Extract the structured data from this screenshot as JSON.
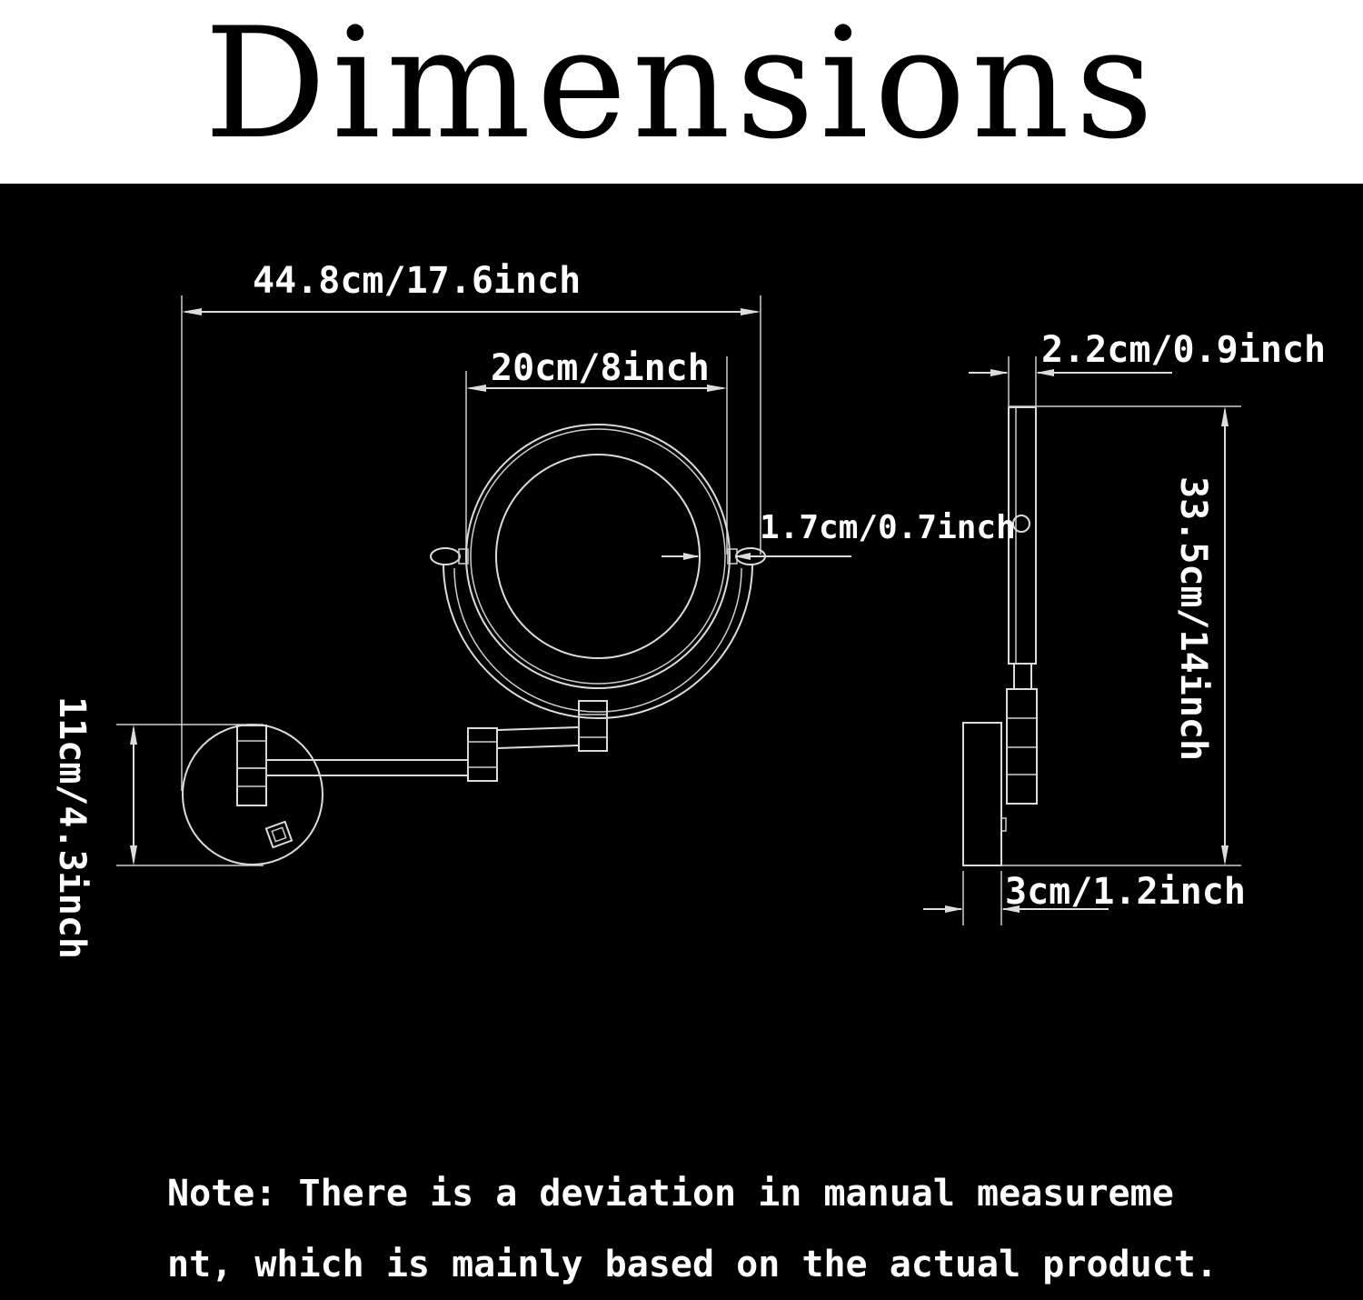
{
  "title": "Dimensions",
  "dimensions": {
    "overall_width": "44.8cm/17.6inch",
    "mirror_diameter": "20cm/8inch",
    "frame_width": "1.7cm/0.7inch",
    "base_height": "11cm/4.3inch",
    "arm_thickness": "2.2cm/0.9inch",
    "total_height": "33.5cm/14inch",
    "base_depth": "3cm/1.2inch"
  },
  "note": {
    "line1": "Note: There is a deviation in manual measureme",
    "line2": "nt, which is mainly based on the actual product."
  },
  "colors": {
    "background": "#000000",
    "header_background": "#ffffff",
    "lines": "#dcdcdc",
    "text": "#ffffff"
  }
}
